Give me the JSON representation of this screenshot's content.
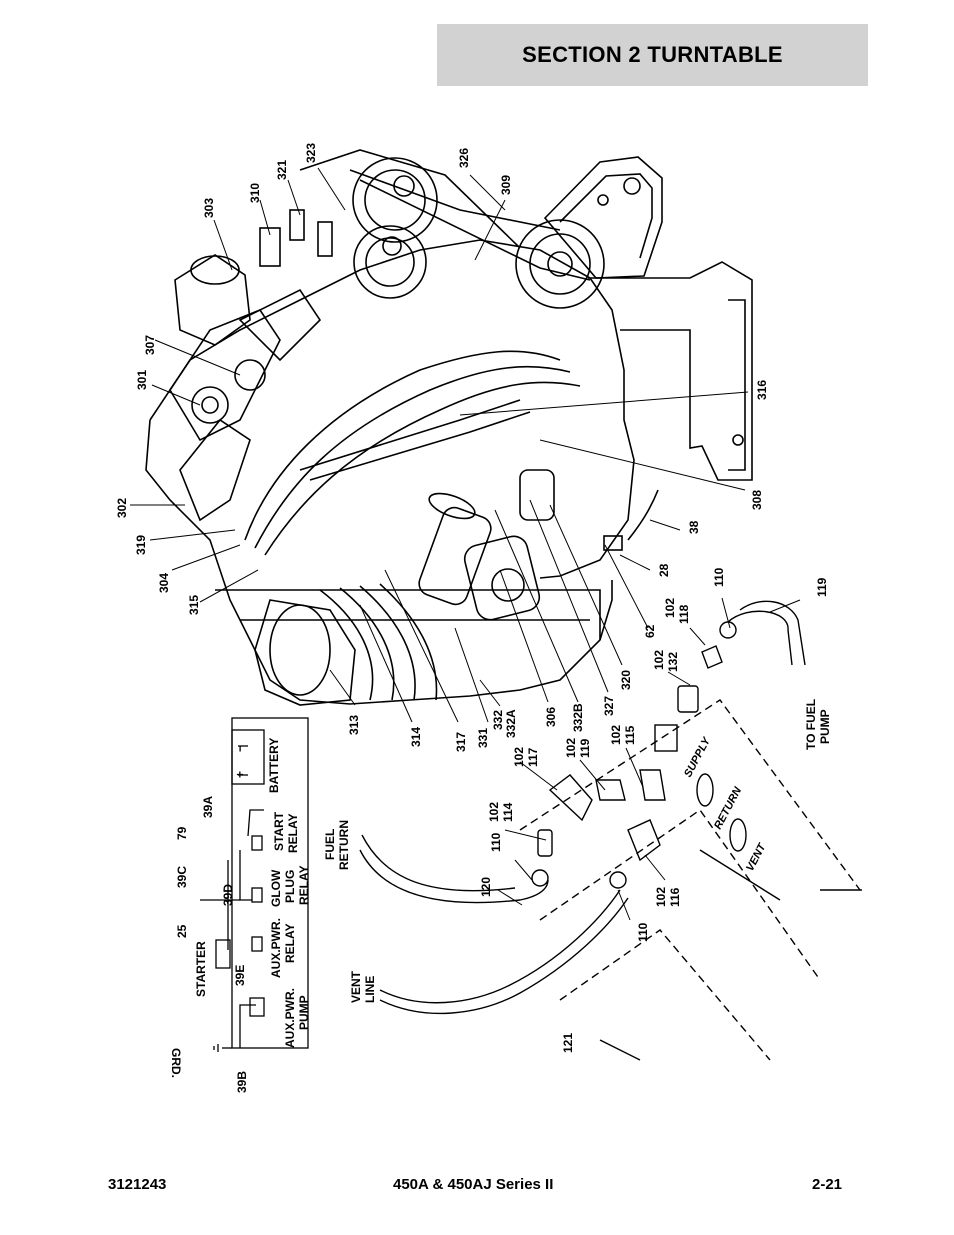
{
  "header": {
    "section_title": "SECTION 2   TURNTABLE"
  },
  "footer": {
    "doc_number": "3121243",
    "model": "450A & 450AJ Series II",
    "page": "2-21"
  },
  "diagram": {
    "part_callouts": [
      "323",
      "326",
      "309",
      "321",
      "310",
      "303",
      "307",
      "301",
      "302",
      "319",
      "304",
      "315",
      "313",
      "314",
      "317",
      "331",
      "332",
      "332A",
      "306",
      "332B",
      "327",
      "320",
      "62",
      "28",
      "38",
      "308",
      "316",
      "119",
      "110",
      "102",
      "118",
      "132",
      "115",
      "117",
      "114",
      "116",
      "120",
      "121"
    ],
    "wiring": {
      "battery": "BATTERY",
      "start_relay": [
        "START",
        "RELAY"
      ],
      "glow_plug_relay": [
        "GLOW",
        "PLUG",
        "RELAY"
      ],
      "aux_pwr_relay": [
        "AUX.PWR.",
        "RELAY"
      ],
      "aux_pwr_pump": [
        "AUX.PWR.",
        "PUMP"
      ],
      "starter": "STARTER",
      "ground": "GRD.",
      "wires": [
        "39A",
        "39B",
        "39C",
        "39D",
        "39E",
        "79",
        "25"
      ],
      "plus": "+",
      "minus": "−"
    },
    "fuel_labels": {
      "fuel_return": [
        "FUEL",
        "RETURN"
      ],
      "vent_line": [
        "VENT",
        "LINE"
      ],
      "to_fuel_pump": [
        "TO FUEL",
        "PUMP"
      ],
      "supply": "SUPPLY",
      "return": "RETURN",
      "vent": "VENT"
    }
  }
}
